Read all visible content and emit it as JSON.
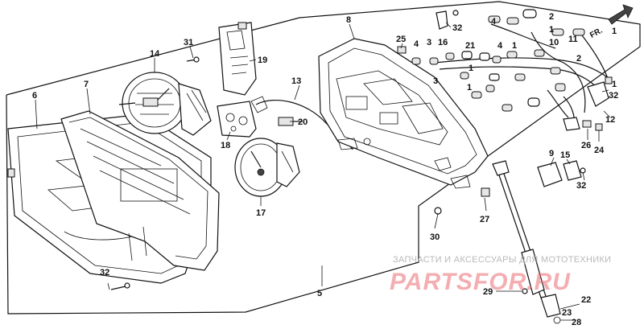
{
  "diagram": {
    "orientation_label": "FR.",
    "callouts": [
      {
        "id": "c1a",
        "text": "1"
      },
      {
        "id": "c1b",
        "text": "1"
      },
      {
        "id": "c1c",
        "text": "1"
      },
      {
        "id": "c1d",
        "text": "1"
      },
      {
        "id": "c1e",
        "text": "1"
      },
      {
        "id": "c1f",
        "text": "1"
      },
      {
        "id": "c2a",
        "text": "2"
      },
      {
        "id": "c2b",
        "text": "2"
      },
      {
        "id": "c3a",
        "text": "3"
      },
      {
        "id": "c3b",
        "text": "3"
      },
      {
        "id": "c4a",
        "text": "4"
      },
      {
        "id": "c4b",
        "text": "4"
      },
      {
        "id": "c4c",
        "text": "4"
      },
      {
        "id": "c5",
        "text": "5"
      },
      {
        "id": "c6",
        "text": "6"
      },
      {
        "id": "c7",
        "text": "7"
      },
      {
        "id": "c8",
        "text": "8"
      },
      {
        "id": "c9",
        "text": "9"
      },
      {
        "id": "c10",
        "text": "10"
      },
      {
        "id": "c11",
        "text": "11"
      },
      {
        "id": "c12",
        "text": "12"
      },
      {
        "id": "c13",
        "text": "13"
      },
      {
        "id": "c14",
        "text": "14"
      },
      {
        "id": "c15",
        "text": "15"
      },
      {
        "id": "c16",
        "text": "16"
      },
      {
        "id": "c17",
        "text": "17"
      },
      {
        "id": "c18",
        "text": "18"
      },
      {
        "id": "c19",
        "text": "19"
      },
      {
        "id": "c20",
        "text": "20"
      },
      {
        "id": "c21",
        "text": "21"
      },
      {
        "id": "c22",
        "text": "22"
      },
      {
        "id": "c23",
        "text": "23"
      },
      {
        "id": "c24",
        "text": "24"
      },
      {
        "id": "c25",
        "text": "25"
      },
      {
        "id": "c26",
        "text": "26"
      },
      {
        "id": "c27",
        "text": "27"
      },
      {
        "id": "c28",
        "text": "28"
      },
      {
        "id": "c29",
        "text": "29"
      },
      {
        "id": "c30",
        "text": "30"
      },
      {
        "id": "c31",
        "text": "31"
      },
      {
        "id": "c32a",
        "text": "32"
      },
      {
        "id": "c32b",
        "text": "32"
      },
      {
        "id": "c32c",
        "text": "32"
      },
      {
        "id": "c32d",
        "text": "32"
      }
    ]
  },
  "watermark": {
    "caption": "ЗАПЧАСТИ И АКСЕССУАРЫ ДЛЯ МОТОТЕХНИКИ",
    "brand": "PARTSFOR.RU"
  }
}
